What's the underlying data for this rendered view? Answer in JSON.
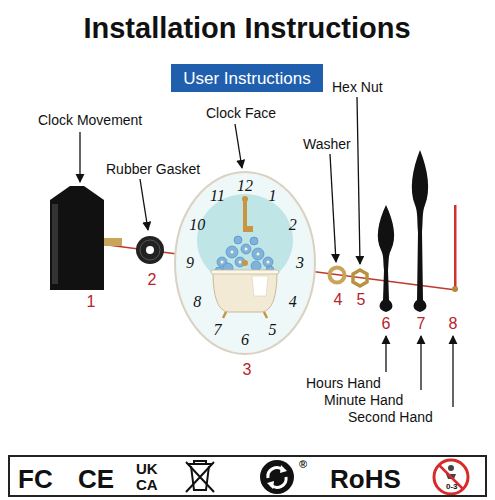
{
  "diagram": {
    "title": "Installation Instructions",
    "nodes": [
      {
        "text": [
          "User Instructions"
        ]
      },
      {
        "text": [
          "FC",
          "CE",
          "UK",
          "CA",
          "®",
          "RoHS",
          "0-3"
        ]
      }
    ],
    "labels": [
      "Clock Movement",
      "Rubber Gasket",
      "Clock Face",
      "Hex Nut",
      "Washer",
      "1",
      "2",
      "3",
      "4",
      "5",
      "6",
      "7",
      "8",
      "Hours Hand",
      "Minute Hand",
      "Second Hand",
      "12",
      "1",
      "2",
      "3",
      "4",
      "5",
      "6",
      "7",
      "8",
      "9",
      "10",
      "11"
    ]
  }
}
